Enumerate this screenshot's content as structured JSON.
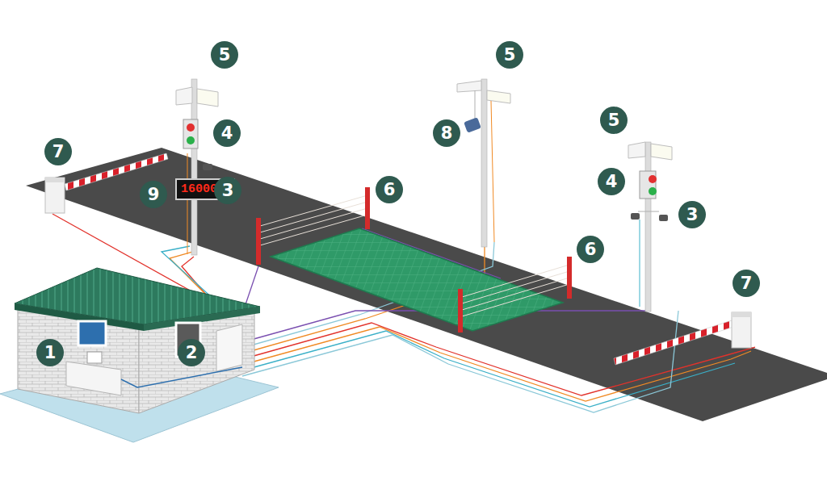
{
  "diagram": {
    "nodes": [
      {
        "text": [
          "16000"
        ]
      }
    ],
    "labels": [
      "5",
      "5",
      "5",
      "4",
      "8",
      "7",
      "3",
      "6",
      "9",
      "4",
      "3",
      "6",
      "7",
      "1",
      "2"
    ]
  }
}
